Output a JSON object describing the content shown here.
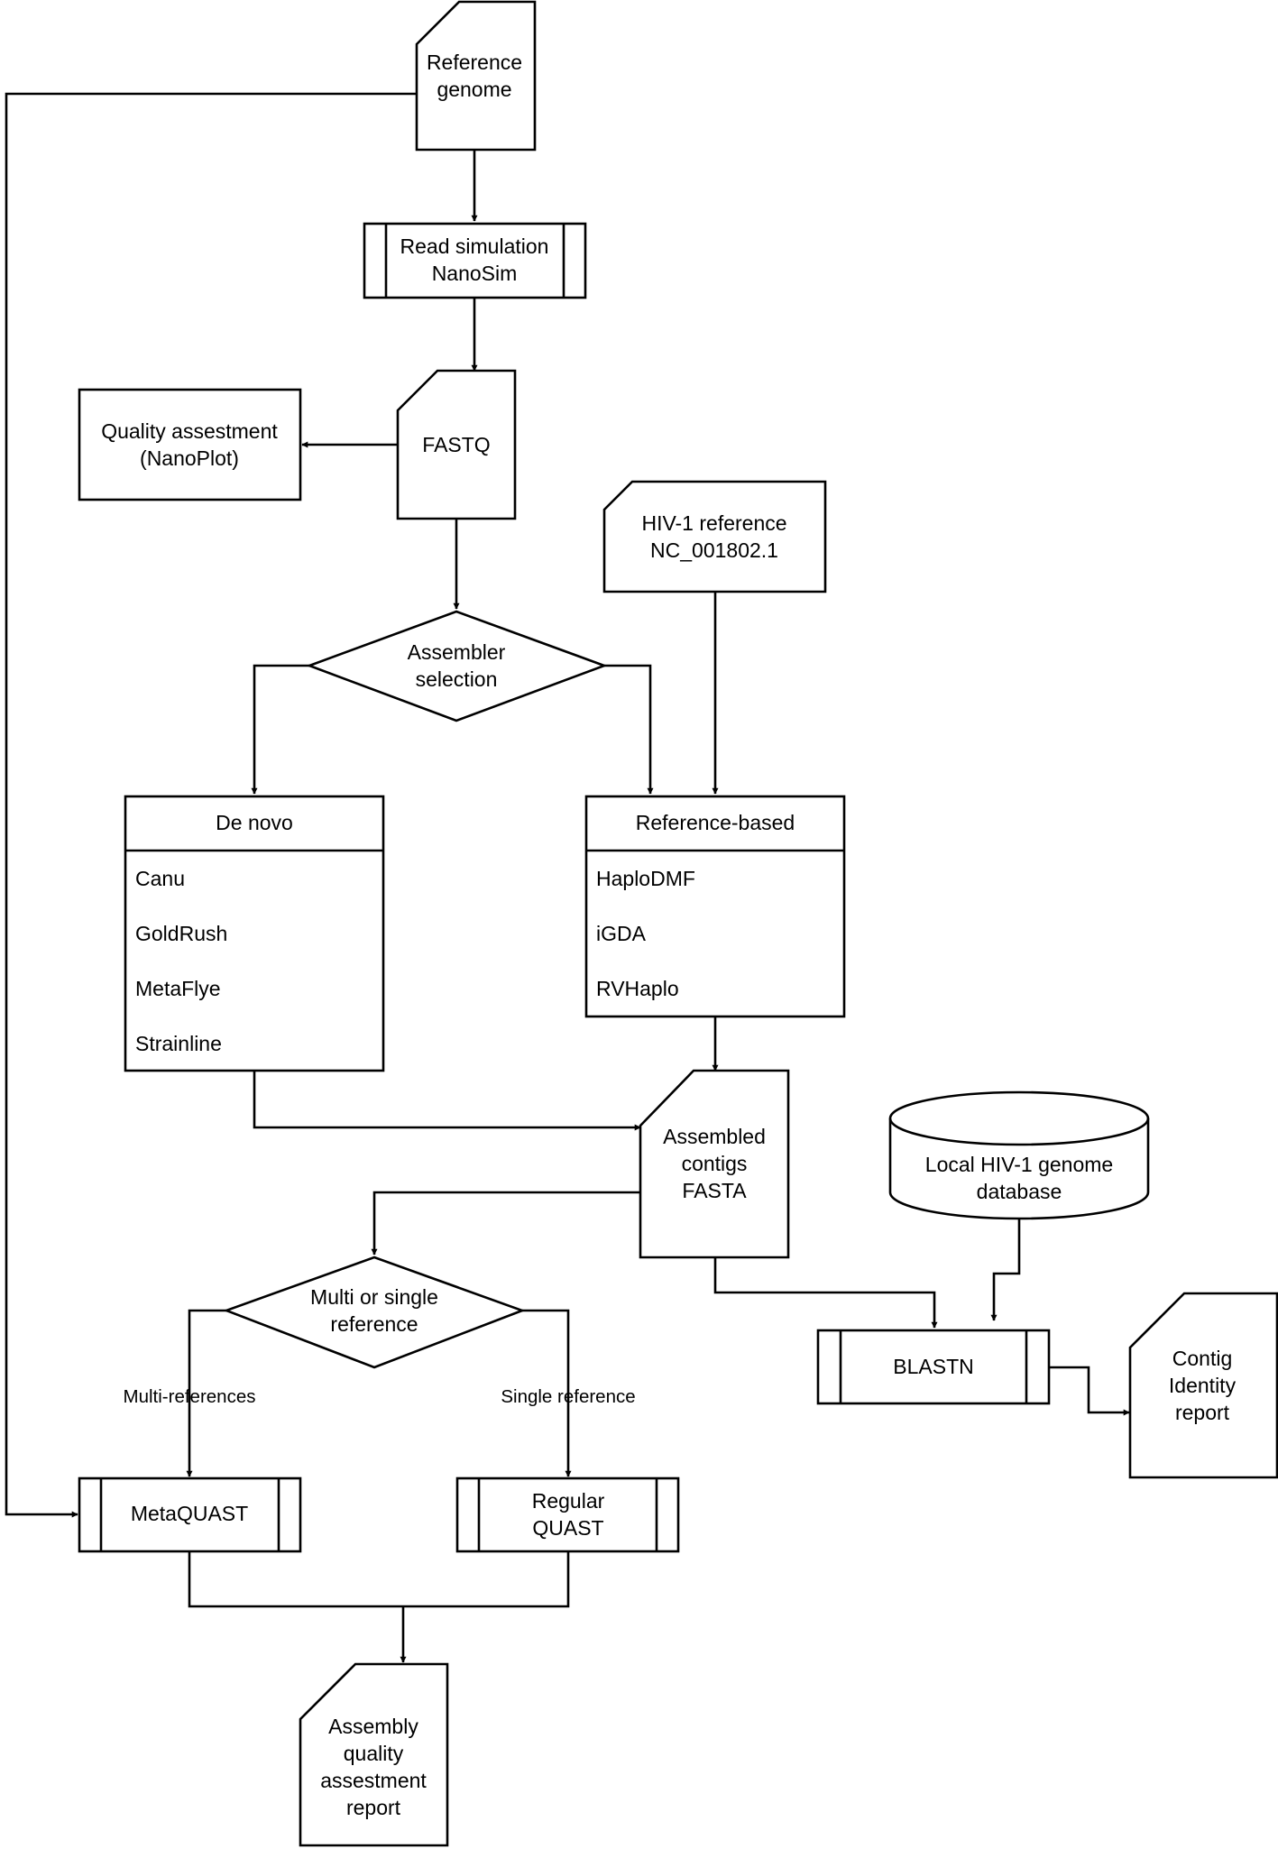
{
  "nodes": {
    "reference_genome": [
      "Reference",
      "genome"
    ],
    "read_simulation": [
      "Read simulation",
      "NanoSim"
    ],
    "fastq": [
      "FASTQ"
    ],
    "quality_assessment": [
      "Quality assestment",
      "(NanoPlot)"
    ],
    "hiv1_reference": [
      "HIV-1 reference",
      "NC_001802.1"
    ],
    "assembler_selection": [
      "Assembler",
      "selection"
    ],
    "de_novo": {
      "title": "De novo",
      "items": [
        "Canu",
        "GoldRush",
        "MetaFlye",
        "Strainline"
      ]
    },
    "reference_based": {
      "title": "Reference-based",
      "items": [
        "HaploDMF",
        "iGDA",
        "RVHaplo"
      ]
    },
    "assembled_contigs": [
      "Assembled",
      "contigs",
      "FASTA"
    ],
    "local_database": [
      "Local HIV-1 genome",
      "database"
    ],
    "multi_or_single": [
      "Multi or single",
      "reference"
    ],
    "blastn": [
      "BLASTN"
    ],
    "contig_identity_report": [
      "Contig",
      "Identity",
      "report"
    ],
    "metaquast": [
      "MetaQUAST"
    ],
    "regular_quast": [
      "Regular",
      "QUAST"
    ],
    "assembly_quality_report": [
      "Assembly",
      "quality",
      "assestment",
      "report"
    ]
  },
  "edge_labels": {
    "multi_references": "Multi-references",
    "single_reference": "Single reference"
  }
}
